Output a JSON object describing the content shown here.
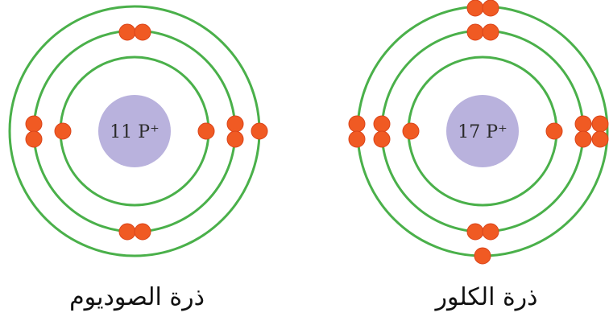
{
  "colors": {
    "shell": "#4ab04a",
    "electron": "#f05a23",
    "electron_edge": "#d9441a",
    "nucleus": "#b9b2dd",
    "background": "#ffffff"
  },
  "atoms": [
    {
      "id": "sodium",
      "nucleus_label": "11 P⁺",
      "caption": "ذرة الصوديوم",
      "electron_counts": [
        2,
        8,
        1
      ]
    },
    {
      "id": "chlorine",
      "nucleus_label": "17 P⁺",
      "caption": "ذرة الكلور",
      "electron_counts": [
        2,
        8,
        7
      ]
    }
  ]
}
